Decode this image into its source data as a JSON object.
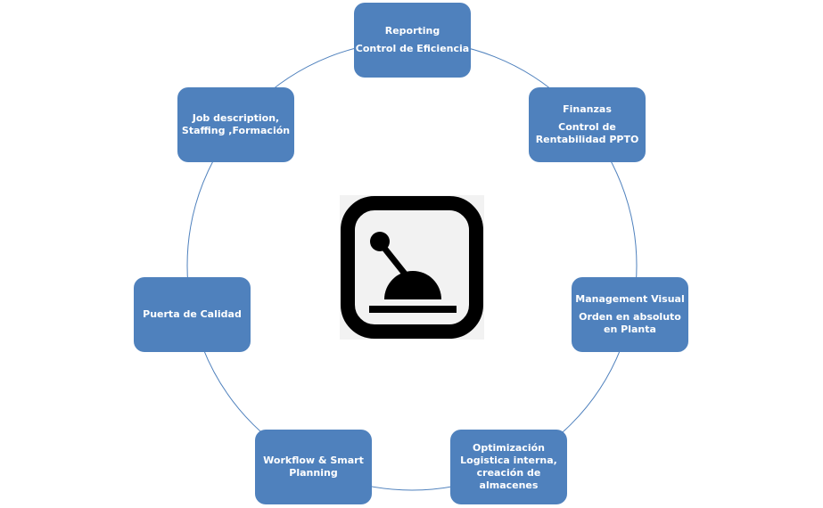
{
  "diagram": {
    "type": "cycle",
    "center_icon": "lever-control-icon",
    "colors": {
      "node_fill": "#4f81bd",
      "node_text": "#ffffff",
      "ring_line": "#4f81bd",
      "icon_frame": "#000000",
      "icon_background": "#f2f2f2"
    },
    "nodes": [
      {
        "id": "reporting",
        "lines": [
          "Reporting",
          "Control de Eficiencia"
        ]
      },
      {
        "id": "finanzas",
        "lines": [
          "Finanzas",
          "Control de",
          "Rentabilidad  PPTO"
        ]
      },
      {
        "id": "management",
        "lines": [
          "Management Visual",
          "Orden en absoluto",
          "en Planta"
        ]
      },
      {
        "id": "optimizacion",
        "lines": [
          "Optimización",
          "Logistica  interna,",
          "creación  de",
          "almacenes"
        ]
      },
      {
        "id": "workflow",
        "lines": [
          "Workflow & Smart",
          "Planning"
        ]
      },
      {
        "id": "puerta",
        "lines": [
          "Puerta de Calidad"
        ]
      },
      {
        "id": "job",
        "lines": [
          "Job description,",
          "Staffing ,Formación"
        ]
      }
    ]
  }
}
